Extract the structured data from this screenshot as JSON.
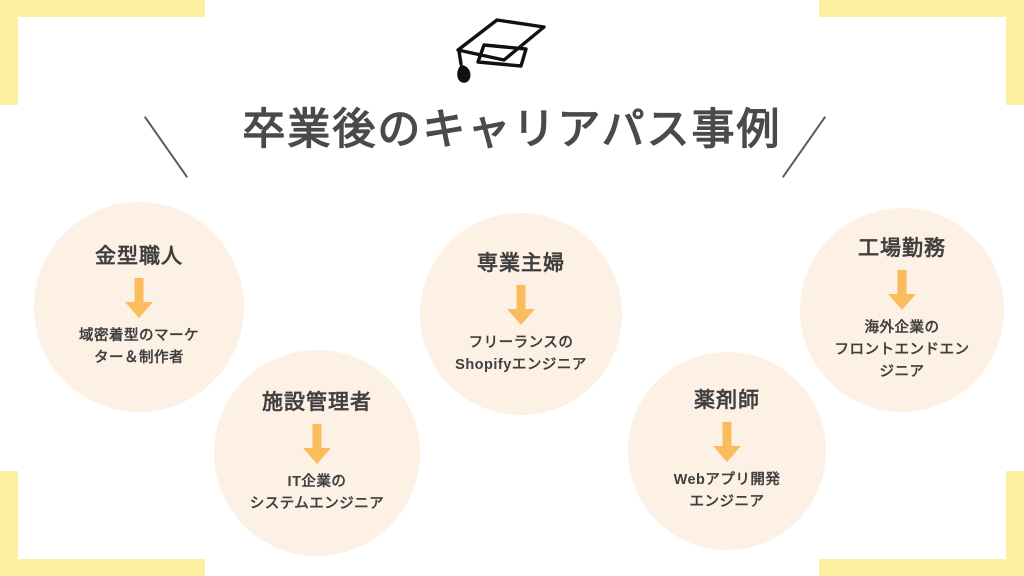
{
  "slide": {
    "title": "卒業後のキャリアパス事例",
    "colors": {
      "corner_yellow": "#FDF0A0",
      "bubble_fill": "#FDF0E4",
      "arrow_orange": "#FBBC5E",
      "title_text": "#4A4A4A",
      "body_text": "#3F3F3F",
      "background": "#FFFFFF"
    },
    "decorations": {
      "cap_icon": "graduation-cap-icon",
      "slash_left": "decorative-slash-left",
      "slash_right": "decorative-slash-right",
      "corner_brackets": [
        "top-left",
        "top-right",
        "bottom-left",
        "bottom-right"
      ]
    },
    "cases": [
      {
        "role": "金型職人",
        "arrow": "down-arrow-icon",
        "outcome": "域密着型のマーケ\nター＆制作者"
      },
      {
        "role": "施設管理者",
        "arrow": "down-arrow-icon",
        "outcome": "IT企業の\nシステムエンジニア"
      },
      {
        "role": "専業主婦",
        "arrow": "down-arrow-icon",
        "outcome": "フリーランスの\nShopifyエンジニア"
      },
      {
        "role": "薬剤師",
        "arrow": "down-arrow-icon",
        "outcome": "Webアプリ開発\nエンジニア"
      },
      {
        "role": "工場勤務",
        "arrow": "down-arrow-icon",
        "outcome": "海外企業の\nフロントエンドエン\nジニア"
      }
    ]
  }
}
